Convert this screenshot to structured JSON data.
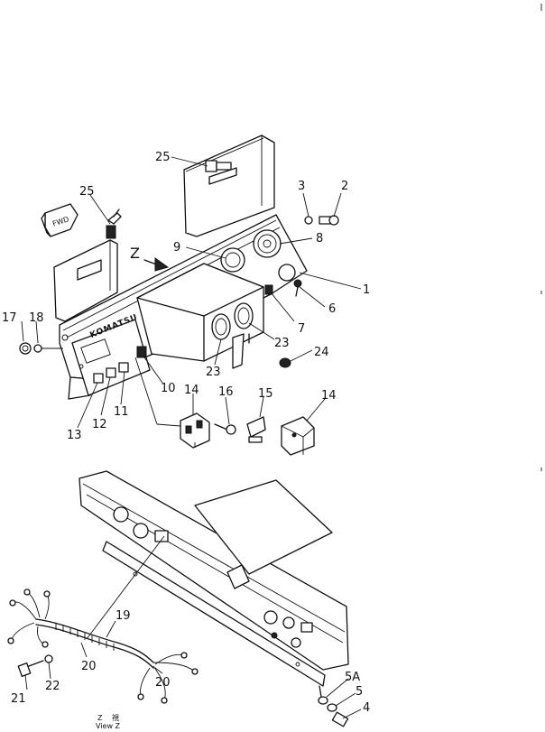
{
  "brand": "KOMATSU",
  "fwd_label": "FWD",
  "view_label": "Z",
  "view_kanji": "視",
  "view_text": "View Z",
  "callouts": [
    {
      "id": "c25a",
      "text": "25"
    },
    {
      "id": "c25b",
      "text": "25"
    },
    {
      "id": "c3",
      "text": "3"
    },
    {
      "id": "c2",
      "text": "2"
    },
    {
      "id": "c8",
      "text": "8"
    },
    {
      "id": "c9",
      "text": "9"
    },
    {
      "id": "cZ",
      "text": "Z"
    },
    {
      "id": "c1",
      "text": "1"
    },
    {
      "id": "c6",
      "text": "6"
    },
    {
      "id": "c7",
      "text": "7"
    },
    {
      "id": "c17",
      "text": "17"
    },
    {
      "id": "c18",
      "text": "18"
    },
    {
      "id": "c23a",
      "text": "23"
    },
    {
      "id": "c23b",
      "text": "23"
    },
    {
      "id": "c24",
      "text": "24"
    },
    {
      "id": "c10",
      "text": "10"
    },
    {
      "id": "c14a",
      "text": "14"
    },
    {
      "id": "c16",
      "text": "16"
    },
    {
      "id": "c15",
      "text": "15"
    },
    {
      "id": "c14b",
      "text": "14"
    },
    {
      "id": "c11",
      "text": "11"
    },
    {
      "id": "c12",
      "text": "12"
    },
    {
      "id": "c13",
      "text": "13"
    },
    {
      "id": "c19",
      "text": "19"
    },
    {
      "id": "c20a",
      "text": "20"
    },
    {
      "id": "c20b",
      "text": "20"
    },
    {
      "id": "c21",
      "text": "21"
    },
    {
      "id": "c22",
      "text": "22"
    },
    {
      "id": "c5A",
      "text": "5A"
    },
    {
      "id": "c5",
      "text": "5"
    },
    {
      "id": "c4",
      "text": "4"
    }
  ]
}
